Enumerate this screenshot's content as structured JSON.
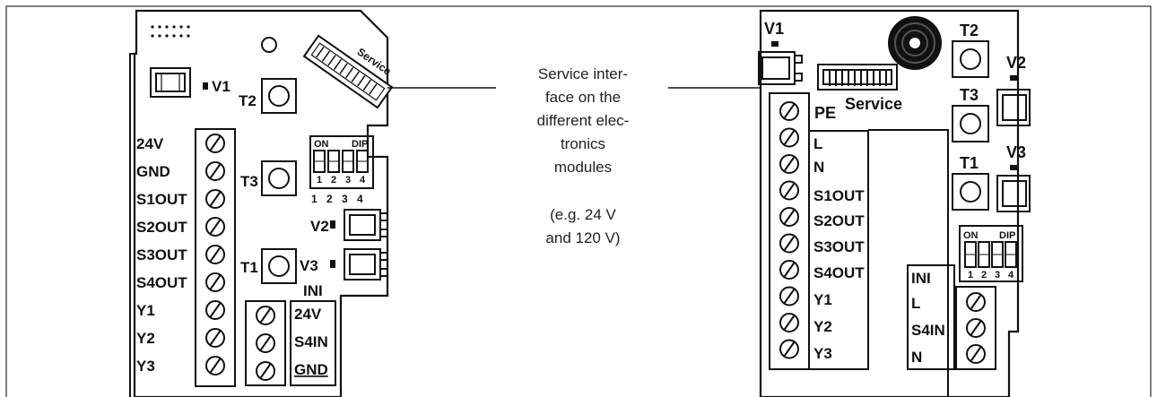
{
  "caption_lines": [
    "Service inter-",
    "face on the",
    "different elec-",
    "tronics",
    "modules",
    "(e.g. 24 V",
    "and 120 V)"
  ],
  "left_module": {
    "terminals": [
      "24V",
      "GND",
      "S1OUT",
      "S2OUT",
      "S3OUT",
      "S4OUT",
      "Y1",
      "Y2",
      "Y3"
    ],
    "ini_label": "INI",
    "ini_terminals": [
      "24V",
      "S4IN",
      "GND"
    ],
    "buttons": [
      "T1",
      "T2",
      "T3"
    ],
    "leds": [
      "V1",
      "V2",
      "V3"
    ],
    "service_label": "Service",
    "dip_on": "ON",
    "dip_label": "DIP",
    "dip_numbers": [
      "1",
      "2",
      "3",
      "4"
    ]
  },
  "right_module": {
    "pe_label": "PE",
    "service_label": "Service",
    "terminals": [
      "L",
      "N",
      "S1OUT",
      "S2OUT",
      "S3OUT",
      "S4OUT",
      "Y1",
      "Y2",
      "Y3"
    ],
    "ini_terminals": [
      "INI",
      "L",
      "S4IN",
      "N"
    ],
    "buttons": [
      "T1",
      "T2",
      "T3"
    ],
    "leds": [
      "V1",
      "V2",
      "V3"
    ],
    "dip_on": "ON",
    "dip_label": "DIP",
    "dip_numbers": [
      "1",
      "2",
      "3",
      "4"
    ]
  }
}
